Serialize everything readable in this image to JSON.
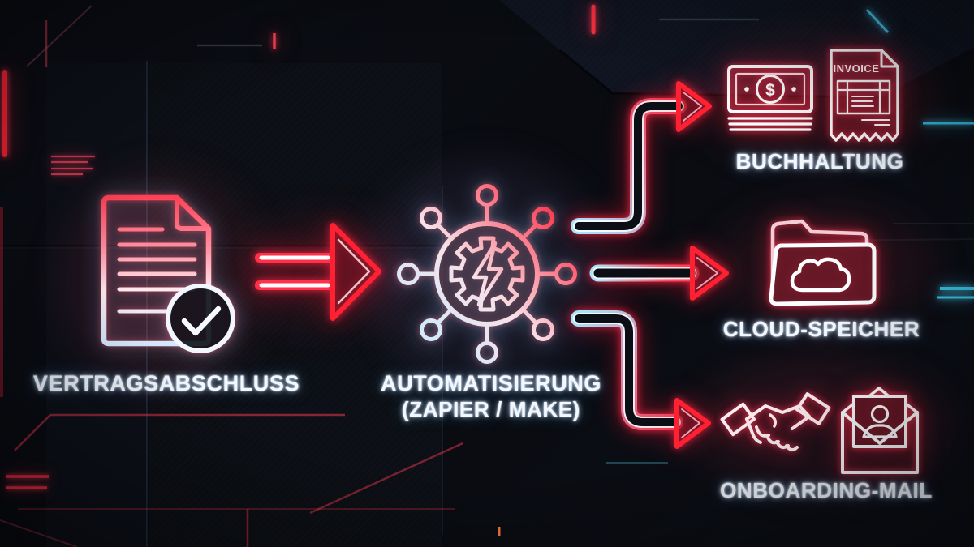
{
  "page": {
    "type": "workflow-diagram",
    "language": "de"
  },
  "flow": {
    "source": {
      "label": "VERTRAGSABSCHLUSS",
      "icon": "contract-document-check-icon"
    },
    "hub": {
      "label": "AUTOMATISIERUNG",
      "sublabel": "(ZAPIER / MAKE)",
      "icon": "automation-gear-bolt-hub-icon"
    },
    "outputs": {
      "accounting": {
        "label": "BUCHHALTUNG",
        "icons": [
          "banknote-icon",
          "invoice-receipt-icon"
        ],
        "invoice_text": "INVOICE",
        "currency_symbol": "$"
      },
      "cloud_storage": {
        "label": "CLOUD-SPEICHER",
        "icons": [
          "cloud-folder-icon"
        ]
      },
      "onboarding": {
        "label": "ONBOARDING-MAIL",
        "icons": [
          "handshake-icon",
          "welcome-envelope-icon"
        ]
      }
    }
  },
  "connections": [
    {
      "from": "source",
      "to": "hub",
      "style": "neon-red-arrow"
    },
    {
      "from": "hub",
      "to": "accounting",
      "style": "neon-cyan-to-red-elbow-up"
    },
    {
      "from": "hub",
      "to": "cloud_storage",
      "style": "neon-cyan-to-red-straight"
    },
    {
      "from": "hub",
      "to": "onboarding",
      "style": "neon-cyan-to-red-elbow-down"
    }
  ],
  "colors": {
    "neon_red": "#ff2336",
    "neon_pink": "#ff5d7a",
    "neon_cyan": "#49d6f2",
    "neon_white": "#f2f7ff",
    "background": "#0a0d13"
  }
}
